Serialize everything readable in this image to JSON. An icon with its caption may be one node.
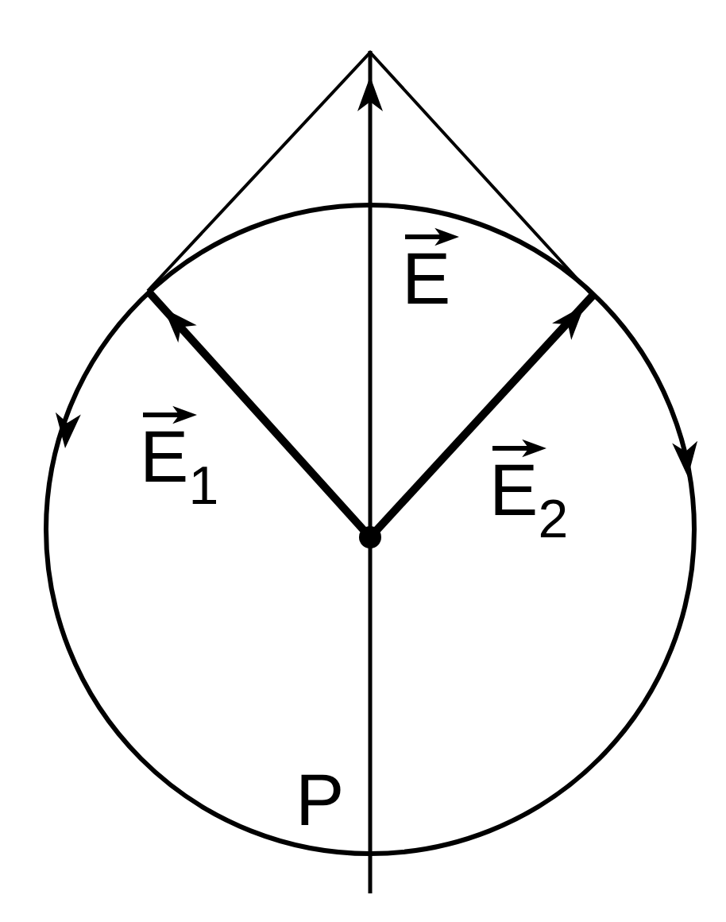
{
  "diagram": {
    "labels": [
      "E",
      "E$_{1}$",
      "E$_{2}$",
      "P"
    ]
  }
}
